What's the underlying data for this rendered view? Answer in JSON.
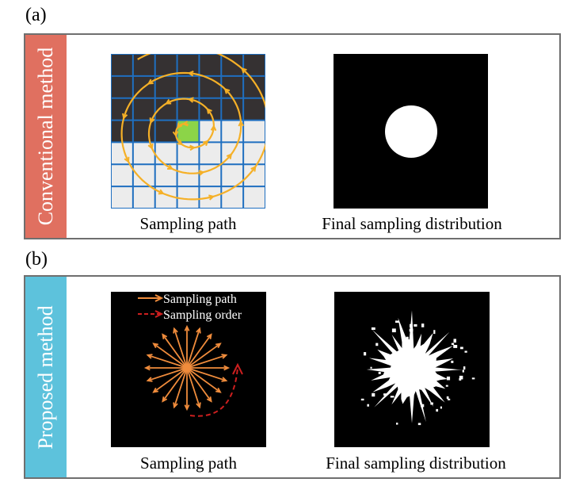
{
  "panel_a": {
    "letter": "(a)",
    "side_label": "Conventional method",
    "side_color": "#e07060",
    "left_caption": "Sampling path",
    "right_caption": "Final sampling distribution"
  },
  "panel_b": {
    "letter": "(b)",
    "side_label": "Proposed method",
    "side_color": "#5dc2dc",
    "left_caption": "Sampling path",
    "right_caption": "Final sampling distribution",
    "legend": [
      {
        "label": "Sampling path",
        "color": "#f08c3c",
        "style": "solid-arrow"
      },
      {
        "label": "Sampling order",
        "color": "#cc1f1f",
        "style": "dashed-arrow"
      }
    ]
  },
  "colors": {
    "grid_line": "#1f6fc0",
    "sampled_cell": "#353132",
    "unsampled_cell": "#ececec",
    "start_cell": "#8cd448",
    "spiral": "#f5b027",
    "radial_arrows": "#f08c3c",
    "order_arrow": "#cc1f1f"
  }
}
